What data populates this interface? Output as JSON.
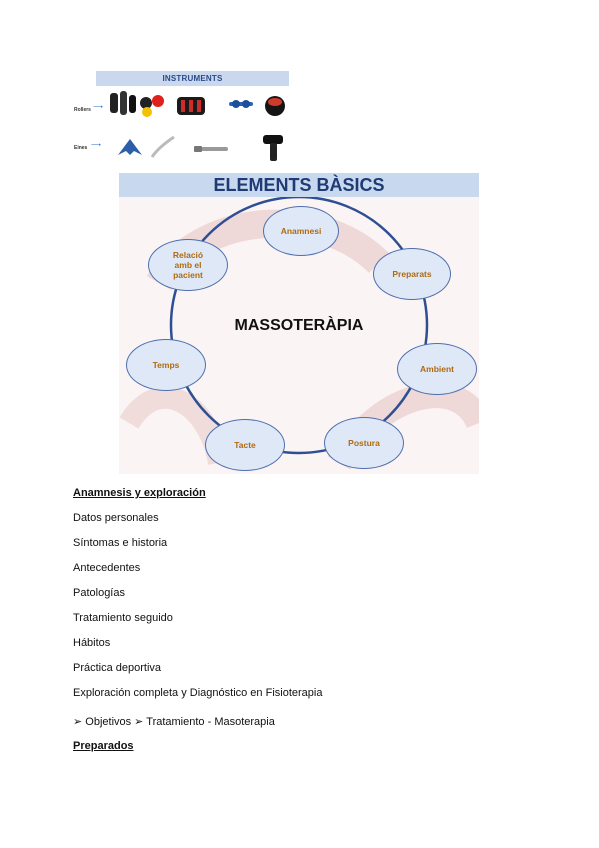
{
  "instruments": {
    "title": "INSTRUMENTS",
    "rows": [
      {
        "label": "Rollers",
        "arrow": "⟶"
      },
      {
        "label": "Eines",
        "arrow": "⟶"
      }
    ]
  },
  "diagram": {
    "title": "ELEMENTS BÀSICS",
    "center": "MASSOTERÀPIA",
    "nodes": [
      "Anamnesi",
      "Preparats",
      "Ambient",
      "Postura",
      "Tacte",
      "Temps",
      "Relació amb el pacient"
    ]
  },
  "content": {
    "heading1": "Anamnesis y exploración",
    "items": [
      "Datos personales",
      "Síntomas e historia",
      "Antecedentes",
      "Patologías",
      "Tratamiento seguido",
      "Hábitos",
      "Práctica deportiva",
      "Exploración completa y Diagnóstico en Fisioterapia",
      "➢ Objetivos ➢ Tratamiento - Masoterapia"
    ],
    "heading2": "Preparados"
  }
}
